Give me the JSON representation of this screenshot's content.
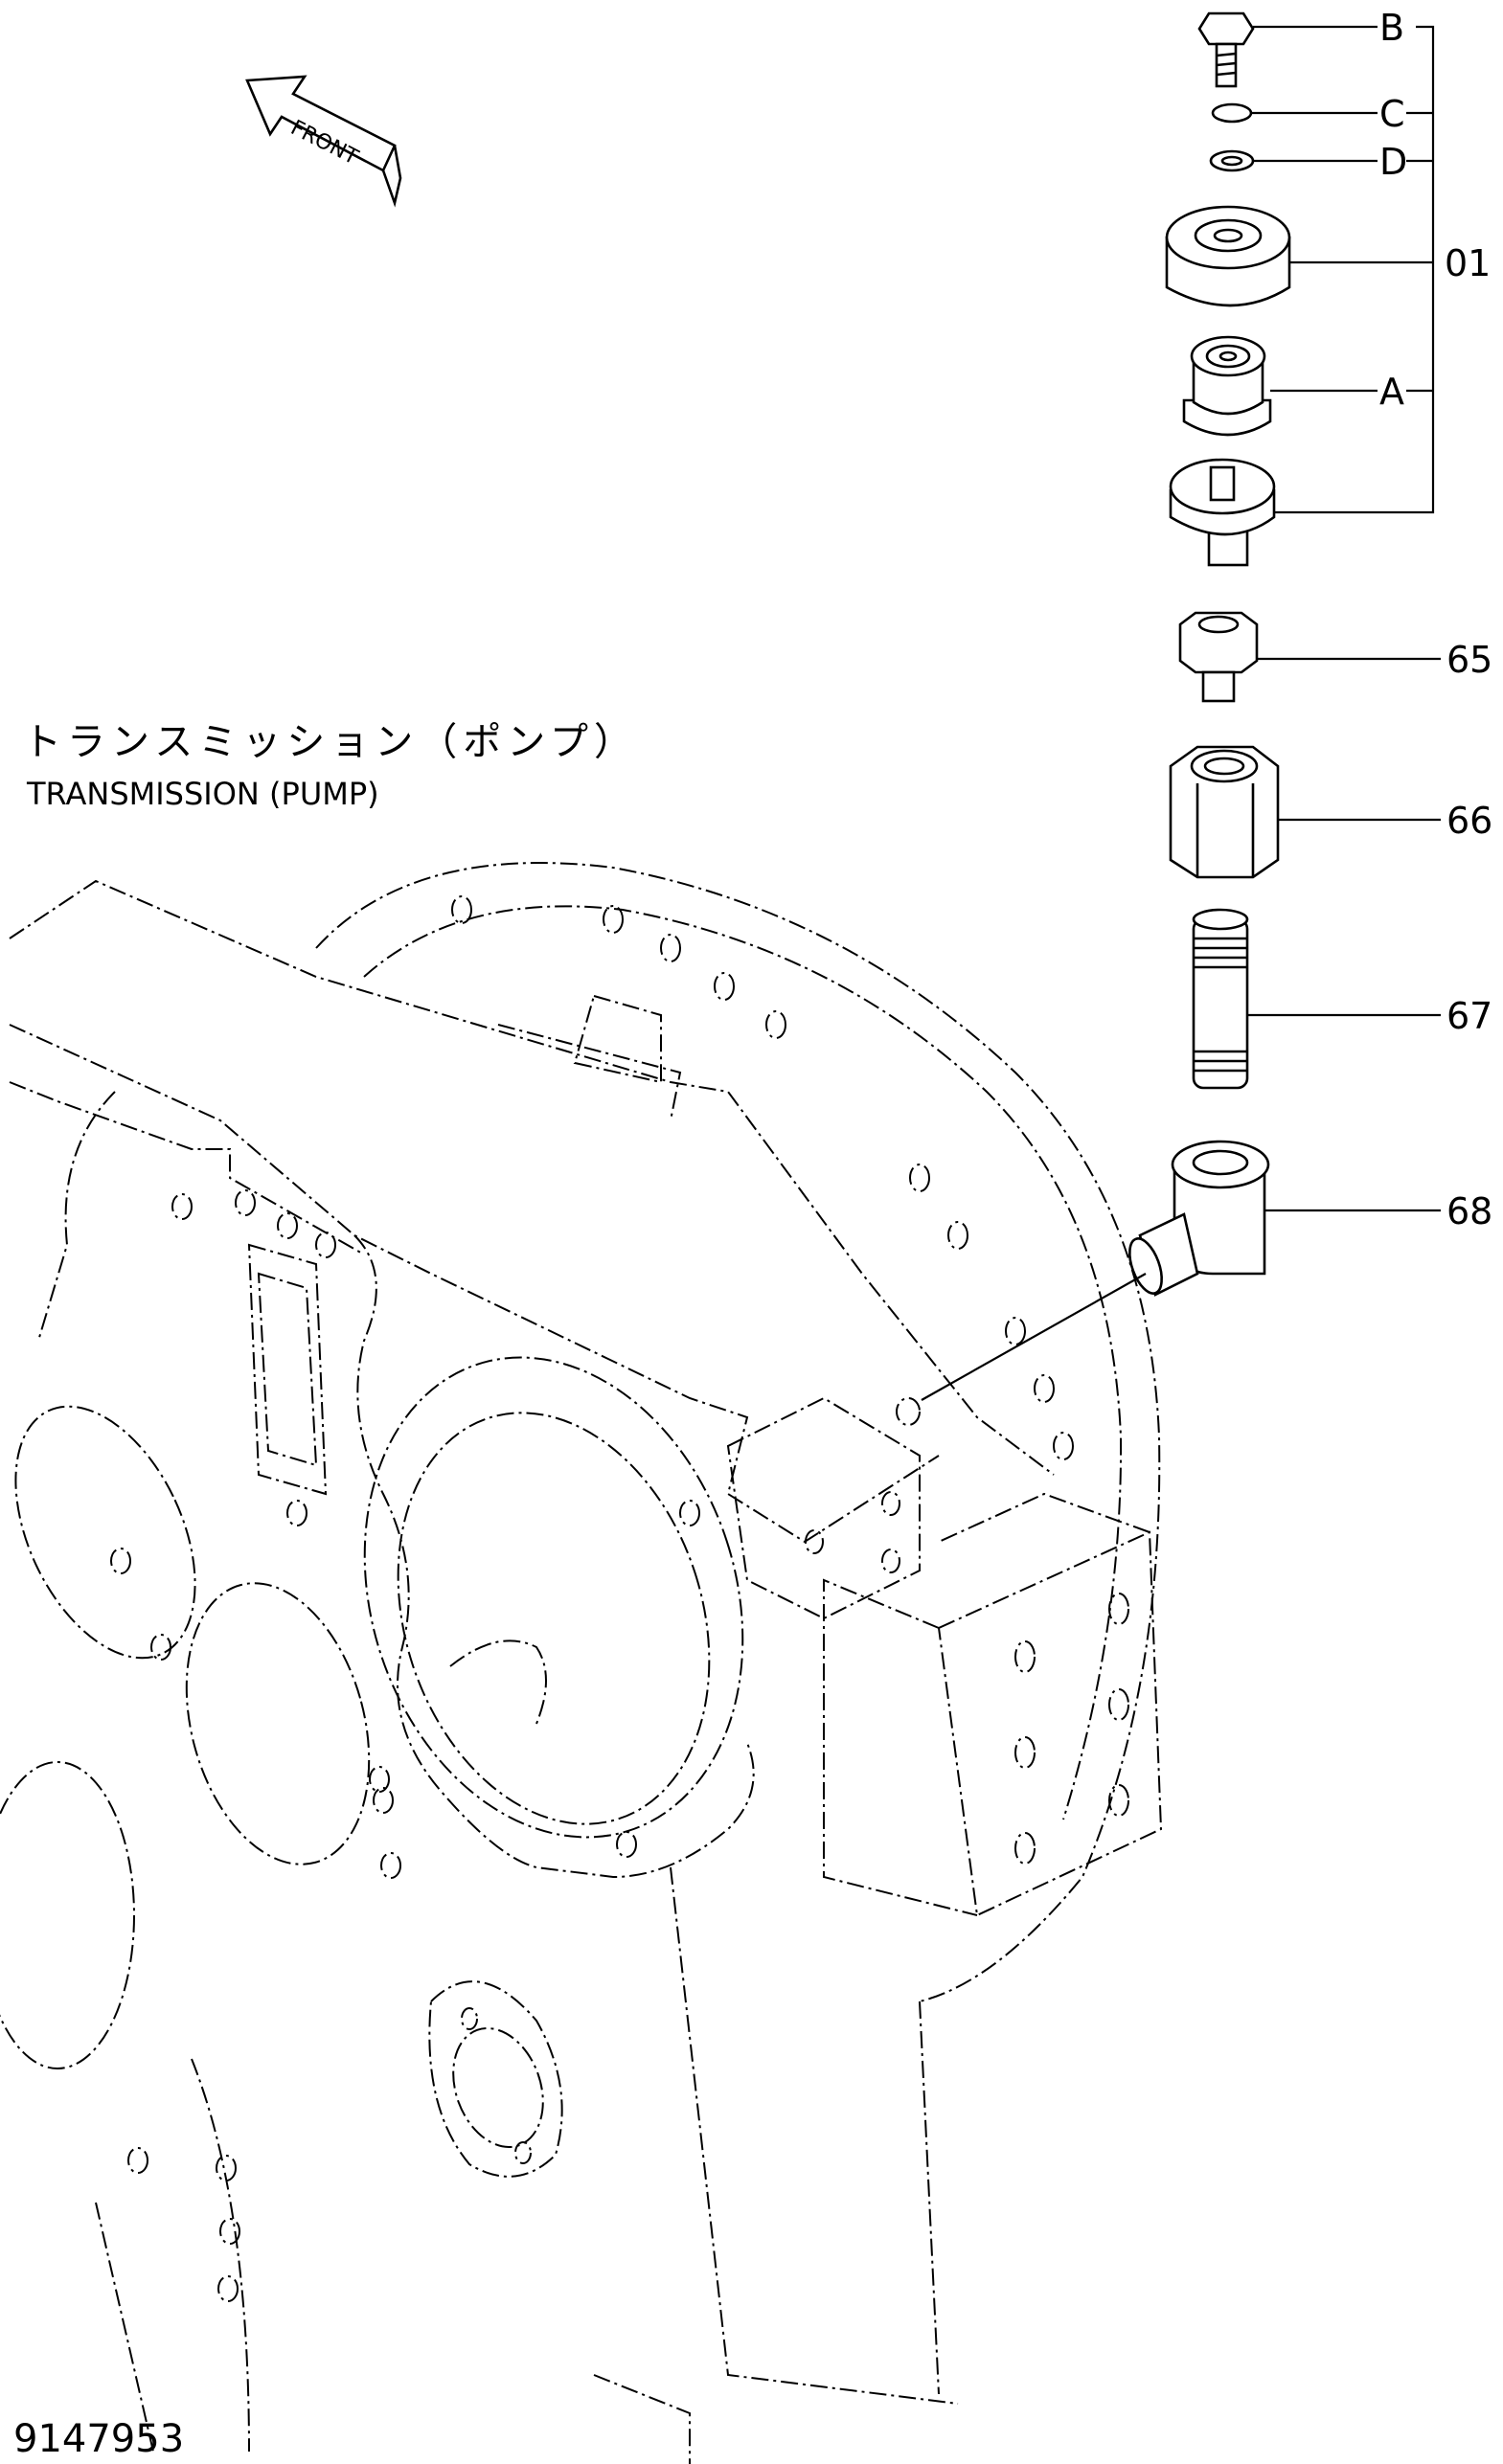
{
  "front_marker": {
    "label": "FRONT",
    "icon": "arrow-icon"
  },
  "title": {
    "japanese": "トランスミッション（ポンプ）",
    "english": "TRANSMISSION (PUMP)"
  },
  "callouts": {
    "b": "B",
    "c": "C",
    "d": "D",
    "p01": "01",
    "a": "A",
    "p65": "65",
    "p66": "66",
    "p67": "67",
    "p68": "68"
  },
  "document_number": "9147953"
}
